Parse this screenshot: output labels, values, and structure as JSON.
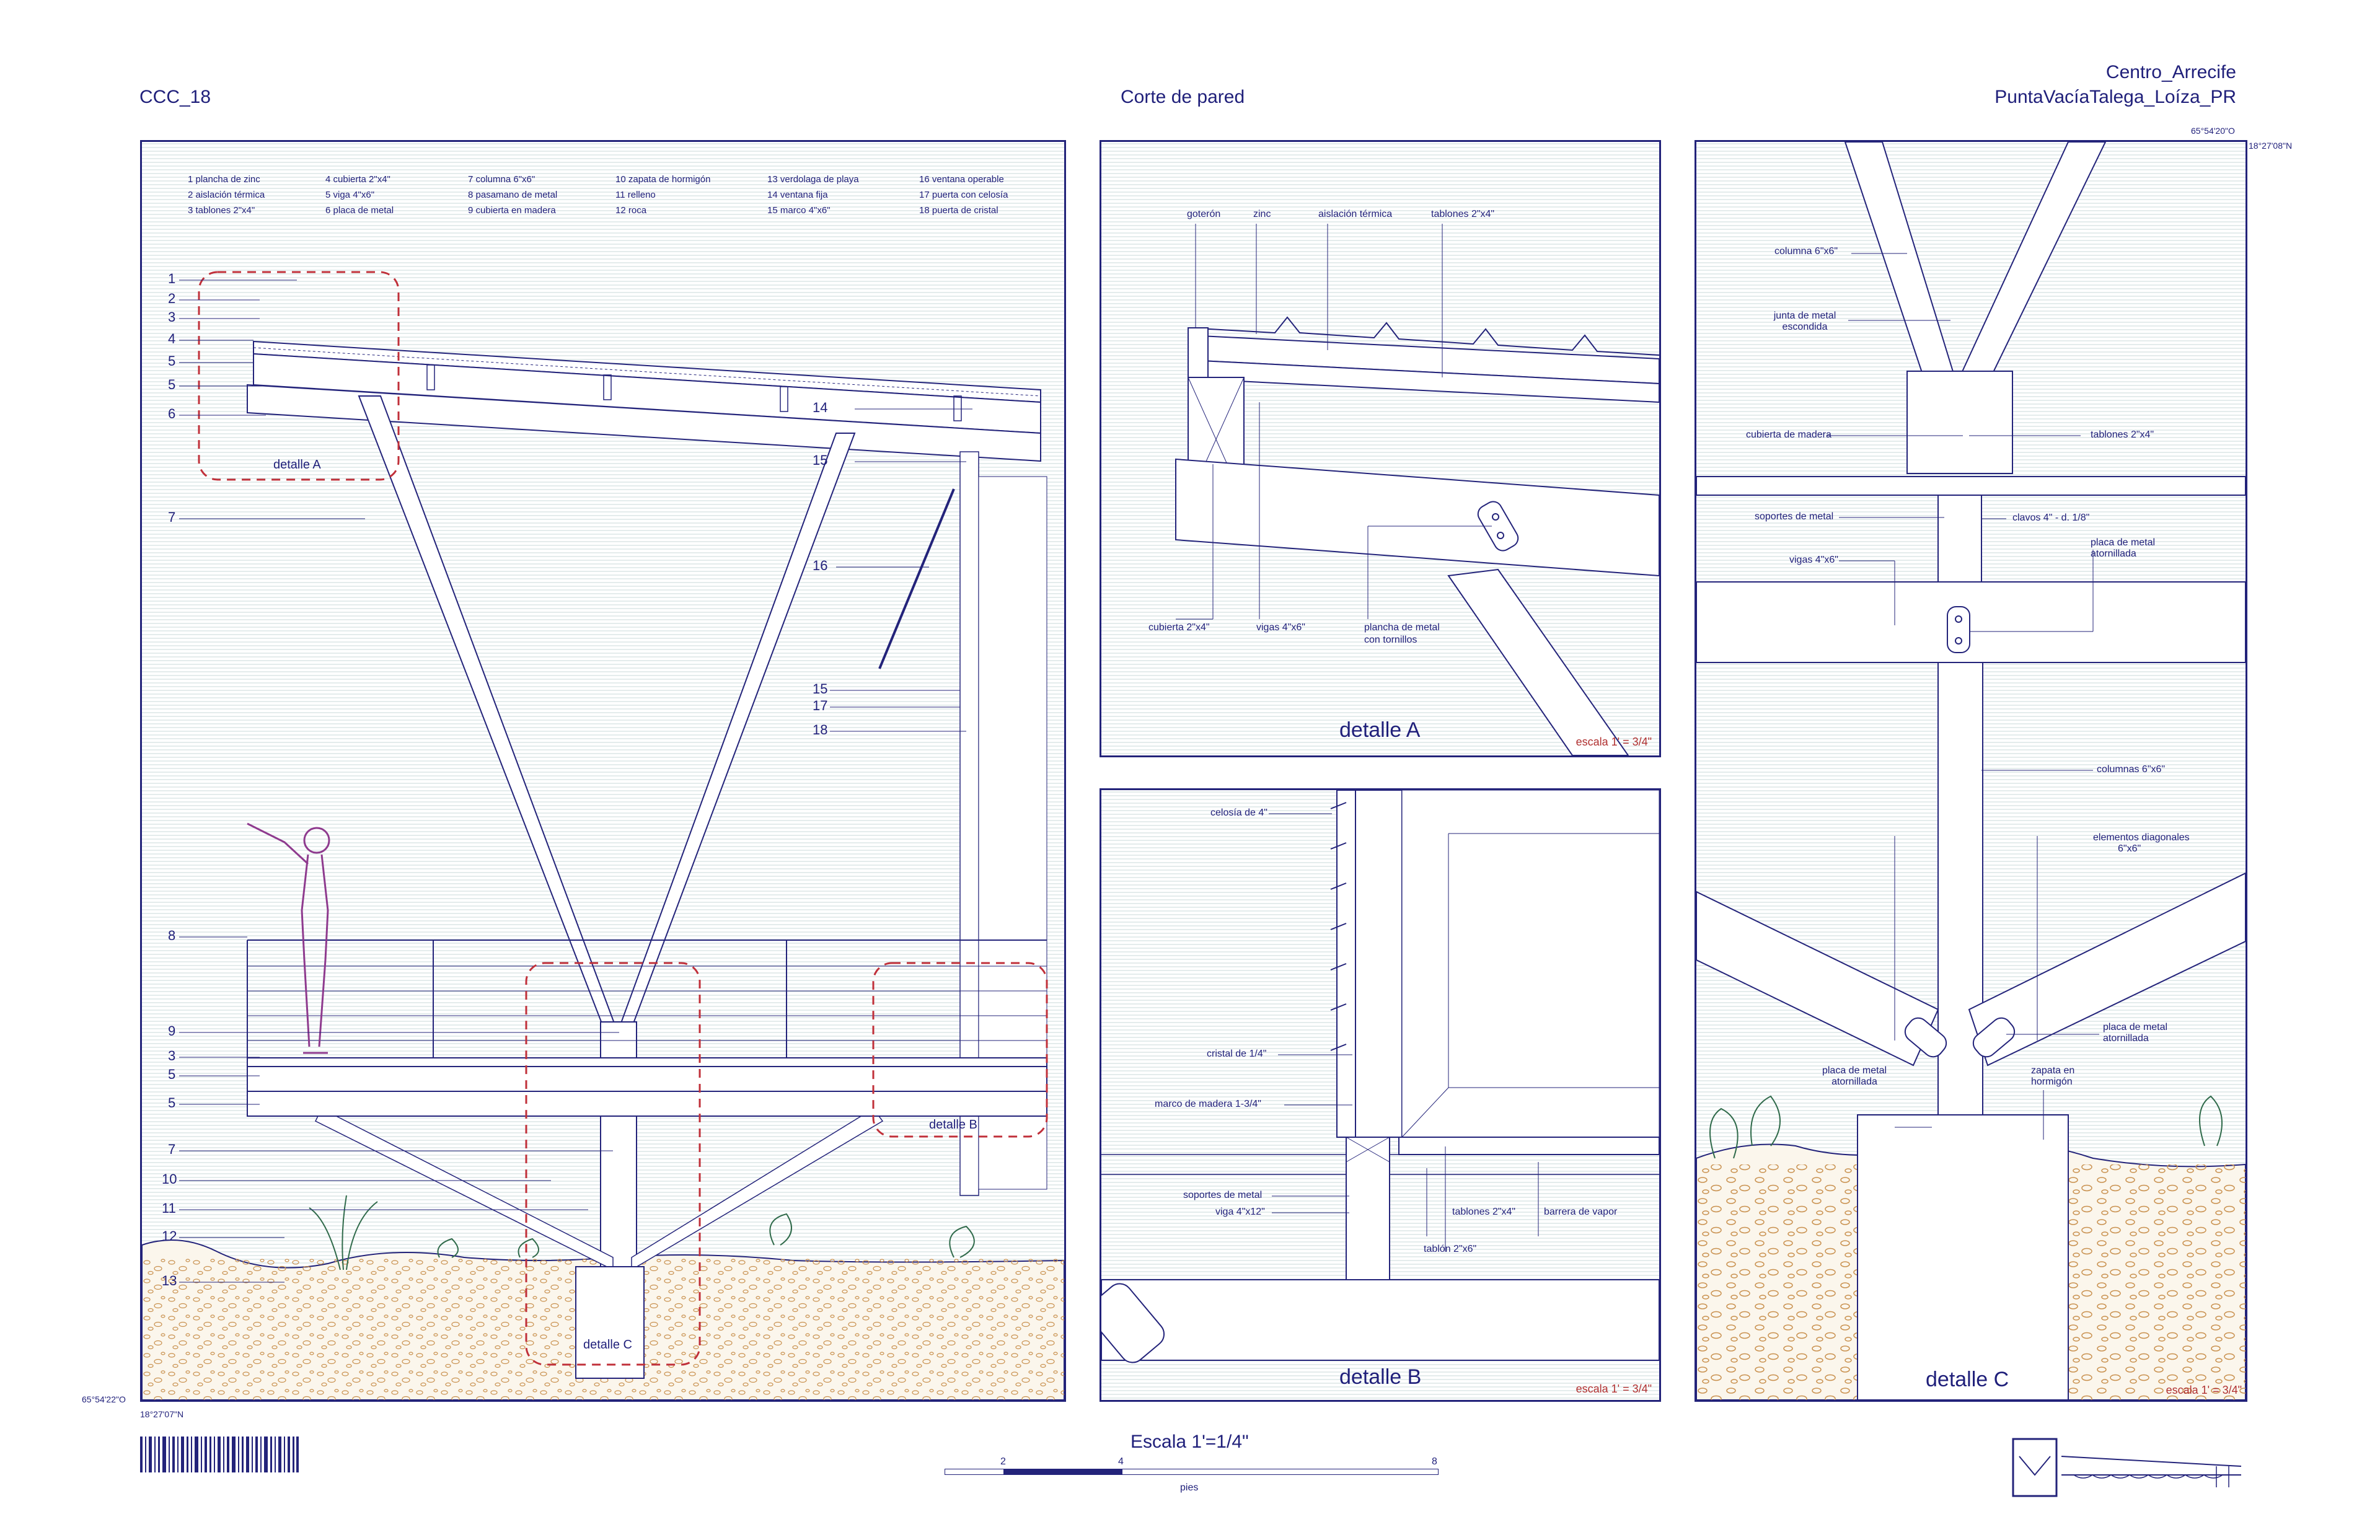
{
  "header": {
    "code": "CCC_18",
    "title": "Corte de pared",
    "project": "Centro_Arrecife",
    "location": "PuntaVacíaTalega_Loíza_PR"
  },
  "coords": {
    "top_lon": "65°54'20\"O",
    "top_lat": "18°27'08\"N",
    "bottom_lon": "65°54'22\"O",
    "bottom_lat": "18°27'07\"N"
  },
  "legend": [
    "1 plancha de zinc",
    "2 aislación térmica",
    "3 tablones 2\"x4\"",
    "4 cubierta 2\"x4\"",
    "5 viga 4\"x6\"",
    "6 placa de metal",
    "7 columna 6\"x6\"",
    "8 pasamano de metal",
    "9 cubierta en madera",
    "10 zapata de hormigón",
    "11 relleno",
    "12 roca",
    "13 verdolaga de playa",
    "14 ventana fija",
    "15 marco 4\"x6\"",
    "16 ventana operable",
    "17 puerta con celosía",
    "18 puerta de cristal"
  ],
  "main_section": {
    "left_numbers": [
      "1",
      "2",
      "3",
      "4",
      "5",
      "5",
      "6",
      "7",
      "8",
      "9",
      "3",
      "5",
      "5",
      "7",
      "10",
      "11",
      "12",
      "13"
    ],
    "right_numbers": [
      "14",
      "15",
      "16",
      "15",
      "17",
      "18"
    ],
    "detail_a_tag": "detalle A",
    "detail_b_tag": "detalle B",
    "detail_c_tag": "detalle C"
  },
  "detail_a": {
    "title": "detalle A",
    "scale": "escala 1' = 3/4\"",
    "labels": {
      "goteron": "goterón",
      "zinc": "zinc",
      "aislacion": "aislación térmica",
      "tablones": "tablones 2\"x4\"",
      "cubierta": "cubierta 2\"x4\"",
      "vigas": "vigas 4\"x6\"",
      "plancha_1": "plancha de metal",
      "plancha_2": "con tornillos"
    }
  },
  "detail_b": {
    "title": "detalle B",
    "scale": "escala 1' = 3/4\"",
    "labels": {
      "celosia": "celosía de 4\"",
      "cristal": "cristal de 1/4\"",
      "marco": "marco de madera 1-3/4\"",
      "soportes": "soportes de metal",
      "viga": "viga 4\"x12\"",
      "tablones": "tablones 2\"x4\"",
      "barrera": "barrera de vapor",
      "tablon": "tablón 2\"x6\""
    }
  },
  "detail_c": {
    "title": "detalle C",
    "scale": "escala 1' = 3/4\"",
    "labels": {
      "columna_top": "columna 6\"x6\"",
      "junta_1": "junta de metal",
      "junta_2": "escondida",
      "cubierta": "cubierta de madera",
      "tablones": "tablones 2\"x4\"",
      "soportes": "soportes de metal",
      "clavos": "clavos 4\" - d. 1/8\"",
      "placa_top_1": "placa de metal",
      "placa_top_2": "atornillada",
      "vigas": "vigas 4\"x6\"",
      "columnas": "columnas 6\"x6\"",
      "diag_1": "elementos diagonales",
      "diag_2": "6\"x6\"",
      "placa_r_1": "placa de metal",
      "placa_r_2": "atornillada",
      "placa_l_1": "placa de metal",
      "placa_l_2": "atornillada",
      "zapata_1": "zapata en",
      "zapata_2": "hormigón"
    }
  },
  "scale_bar": {
    "title": "Escala 1'=1/4\"",
    "tick_2": "2",
    "tick_4": "4",
    "tick_8": "8",
    "unit": "pies"
  },
  "colors": {
    "ink": "#23237a",
    "accent_red": "#c0303a",
    "figure": "#8e3a8e",
    "soil": "#c9914f",
    "plant": "#2f6a4a"
  }
}
